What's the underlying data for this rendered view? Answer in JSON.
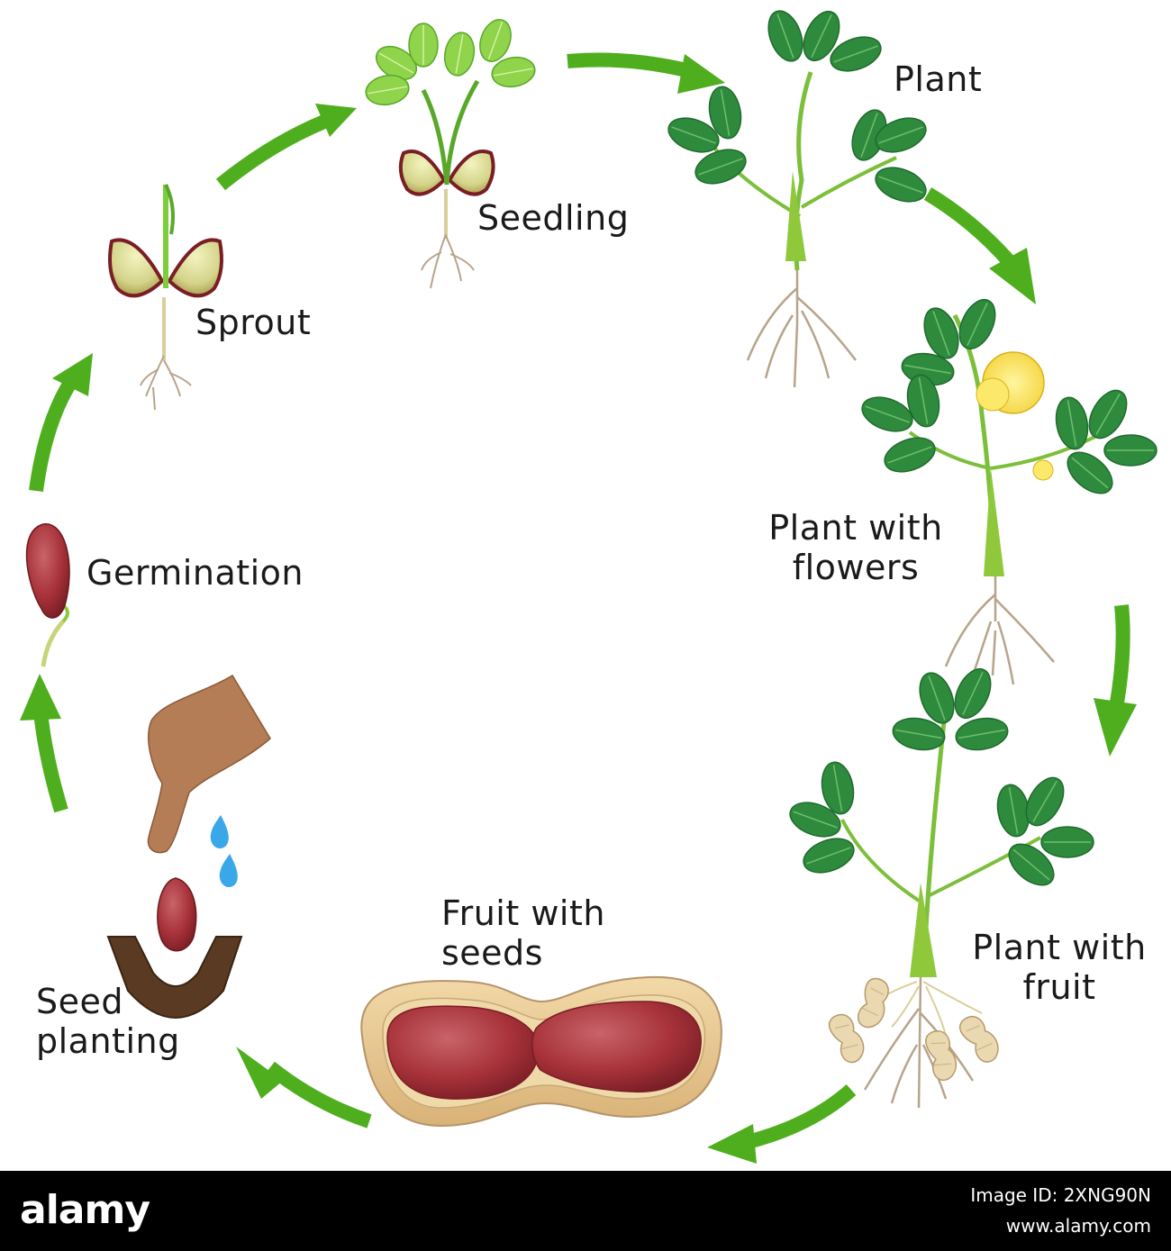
{
  "stages": {
    "plant": "Plant",
    "seedling": "Seedling",
    "sprout": "Sprout",
    "germination": "Germination",
    "flowers_l1": "Plant with",
    "flowers_l2": "flowers",
    "fruit_l1": "Plant with",
    "fruit_l2": "fruit",
    "fruit_seeds_l1": "Fruit with",
    "fruit_seeds_l2": "seeds",
    "planting_l1": "Seed",
    "planting_l2": "planting"
  },
  "footer": {
    "brand": "alamy",
    "image_id": "Image ID: 2XNG90N",
    "site": "www.alamy.com"
  },
  "colors": {
    "arrow": "#4fae1e",
    "leaf_dark": "#2e8b3e",
    "leaf_light": "#7ccf3a",
    "seed": "#a8323a",
    "shell": "#e8c890",
    "root": "#b7a48a",
    "flower": "#f8e04a",
    "water": "#3aa8e8",
    "hand": "#b47d55",
    "soil": "#5a3a22"
  }
}
